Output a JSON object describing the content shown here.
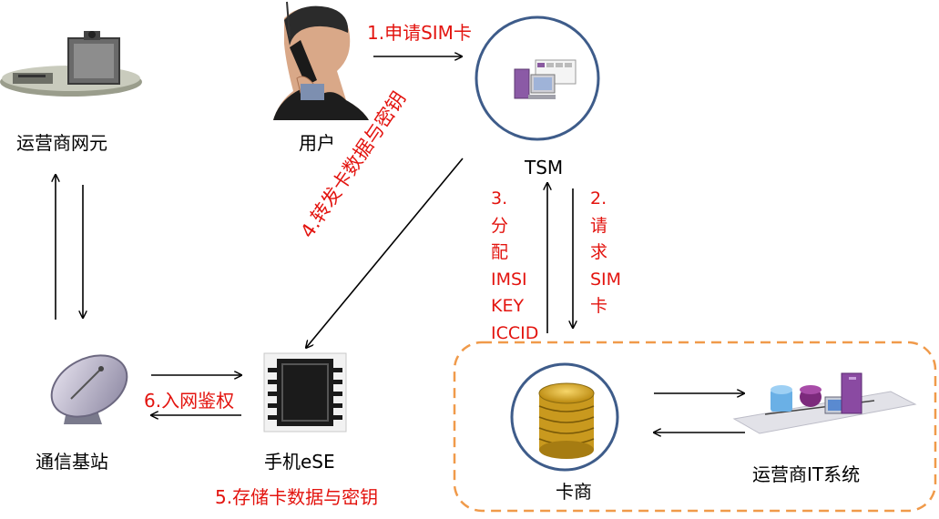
{
  "nodes": {
    "network_element": "运营商网元",
    "user": "用户",
    "tsm": "TSM",
    "base_station": "通信基站",
    "phone_ese": "手机eSE",
    "card_vendor": "卡商",
    "it_system": "运营商IT系统"
  },
  "steps": {
    "step1": "1.申请SIM卡",
    "step2": [
      "2.",
      "请",
      "求",
      "SIM",
      "卡"
    ],
    "step3": [
      "3.",
      "分",
      "配",
      "IMSI",
      "KEY",
      "ICCID"
    ],
    "step4": "4.转发卡数据与密钥",
    "step5": "5.存储卡数据与密钥",
    "step6": "6.入网鉴权"
  },
  "colors": {
    "step_text": "#e3140f",
    "circle_stroke": "#3e5c8a",
    "dashed_border": "#f09a4a",
    "arrow": "#000000"
  }
}
